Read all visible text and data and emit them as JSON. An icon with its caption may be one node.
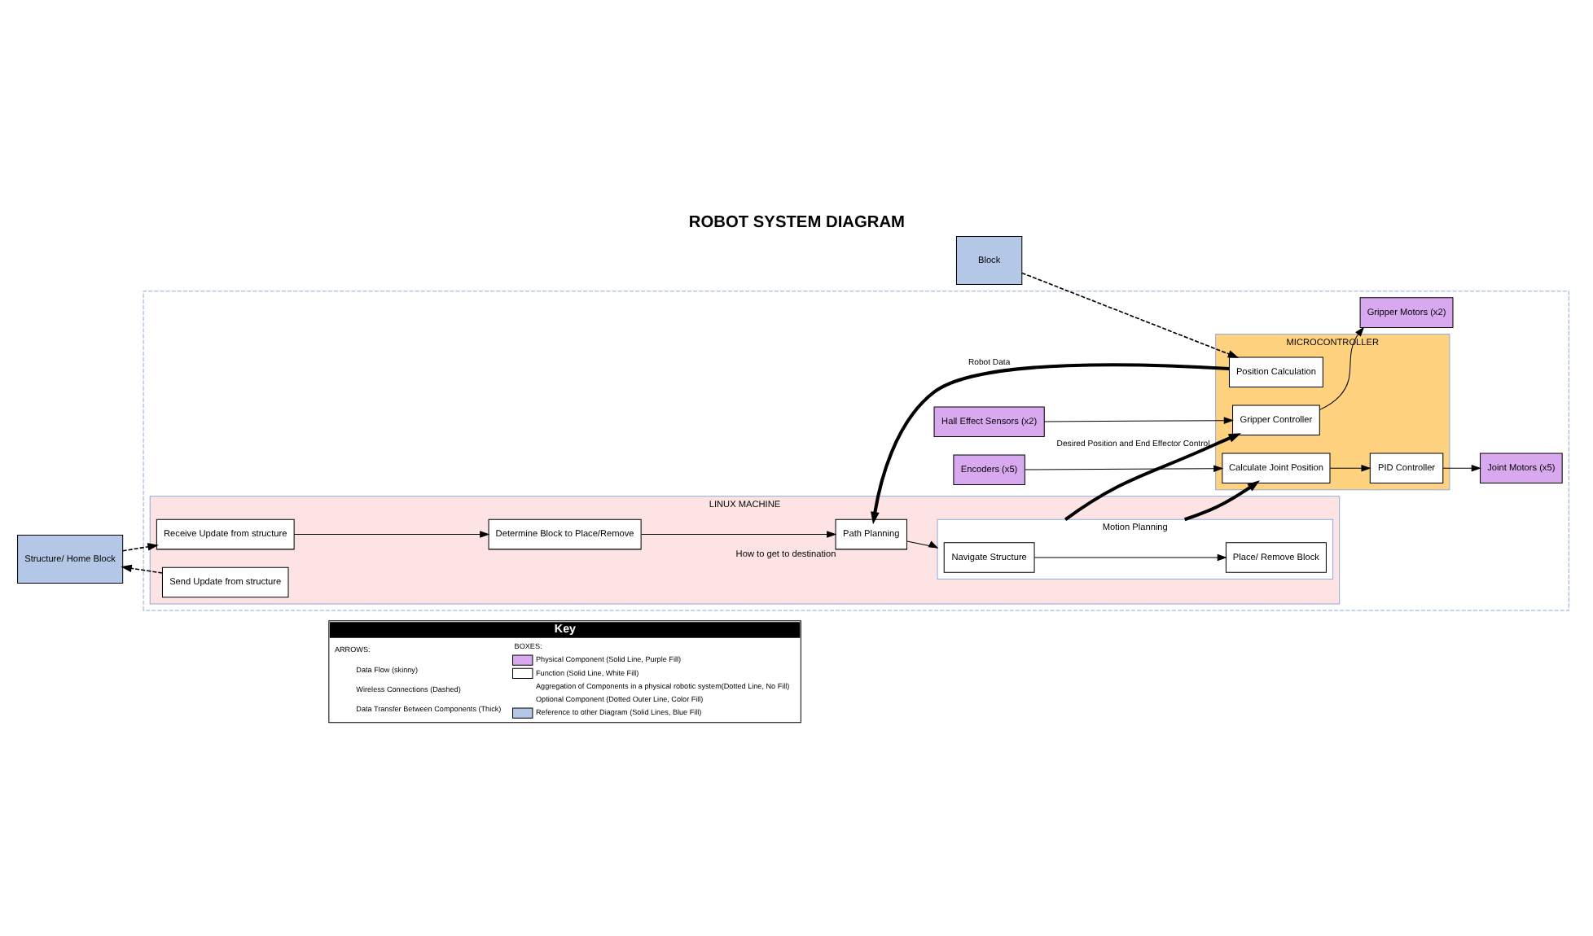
{
  "diagram": {
    "title": "ROBOT SYSTEM DIAGRAM",
    "nodes": [
      {
        "text": [
          "Block"
        ]
      },
      {
        "text": [
          "Structure/ Home Block"
        ]
      },
      {
        "text": [],
        "shape": "box"
      },
      {
        "text": [
          "MICROCONTROLLER"
        ],
        "in": 2
      },
      {
        "text": [
          "Position Calculation"
        ],
        "in": 3
      },
      {
        "text": [
          "Gripper Controller"
        ],
        "in": 3
      },
      {
        "text": [
          "PID Controller"
        ],
        "in": 3
      },
      {
        "text": [
          "Calculate Joint Position"
        ],
        "in": 3
      },
      {
        "text": [
          "Hall Effect Sensors (x2)"
        ],
        "in": 2
      },
      {
        "text": [
          "Gripper Motors (x2)"
        ],
        "in": 2
      },
      {
        "text": [
          "Joint Motors (x5)"
        ],
        "in": 2
      },
      {
        "text": [
          "Encoders (x5)"
        ],
        "in": 2
      },
      {
        "text": [
          "LINUX MACHINE"
        ],
        "in": 2
      },
      {
        "text": [
          "Path Planning"
        ],
        "in": 12,
        "beside": [
          "How to get to destination"
        ]
      },
      {
        "text": [
          "Determine Block to Place/Remove"
        ],
        "in": 12
      },
      {
        "text": [
          "Receive Update from structure"
        ],
        "in": 12
      },
      {
        "text": [
          "Motion Planning"
        ],
        "in": 12
      },
      {
        "text": [
          "Navigate Structure"
        ],
        "in": 16
      },
      {
        "text": [
          "Place/ Remove Block"
        ],
        "in": 16
      },
      {
        "text": [
          "Send Update from structure"
        ],
        "in": 12
      }
    ],
    "edges": [
      {
        "from": 0,
        "to": 4,
        "arrow": "to",
        "style": "dashed"
      },
      {
        "from": 4,
        "to": 13,
        "arrow": "to",
        "style": "thick",
        "label": "Robot Data"
      },
      {
        "from": 8,
        "to": 5,
        "arrow": "to"
      },
      {
        "from": 5,
        "to": 9,
        "arrow": "to"
      },
      {
        "from": 16,
        "to": 5,
        "arrow": "to",
        "style": "thick",
        "label": "Desired Position and End Effector Control"
      },
      {
        "from": 16,
        "to": 7,
        "arrow": "to",
        "style": "thick"
      },
      {
        "from": 7,
        "to": 6,
        "arrow": "to"
      },
      {
        "from": 6,
        "to": 10,
        "arrow": "to"
      },
      {
        "from": 11,
        "to": 7,
        "arrow": "to"
      },
      {
        "from": 13,
        "to": 16,
        "arrow": "to"
      },
      {
        "from": 14,
        "to": 13,
        "arrow": "to"
      },
      {
        "from": 15,
        "to": 14,
        "arrow": "to"
      },
      {
        "from": 1,
        "to": 15,
        "arrow": "to",
        "style": "dashed"
      },
      {
        "from": 19,
        "to": 1,
        "arrow": "to",
        "style": "dashed"
      },
      {
        "from": 17,
        "to": 18,
        "arrow": "to"
      }
    ],
    "labels": [
      "Key",
      "ARROWS:",
      "BOXES:"
    ],
    "legend": [
      {
        "text": "Data Flow (skinny)"
      },
      {
        "text": "Wireless Connections (Dashed)"
      },
      {
        "text": "Data Transfer Between Components (Thick)"
      },
      {
        "text": "Physical Component (Solid Line, Purple Fill)",
        "color": "#d9a9f0"
      },
      {
        "text": "Function (Solid Line, White Fill)",
        "color": "#ffffff"
      },
      {
        "text": "Aggregation of Components in a physical robotic system(Dotted Line, No Fill)"
      },
      {
        "text": "Optional Component (Dotted Outer Line, Color Fill)"
      },
      {
        "text": "Reference to other Diagram (Solid Lines, Blue Fill)",
        "color": "#b4c7e7"
      }
    ]
  }
}
